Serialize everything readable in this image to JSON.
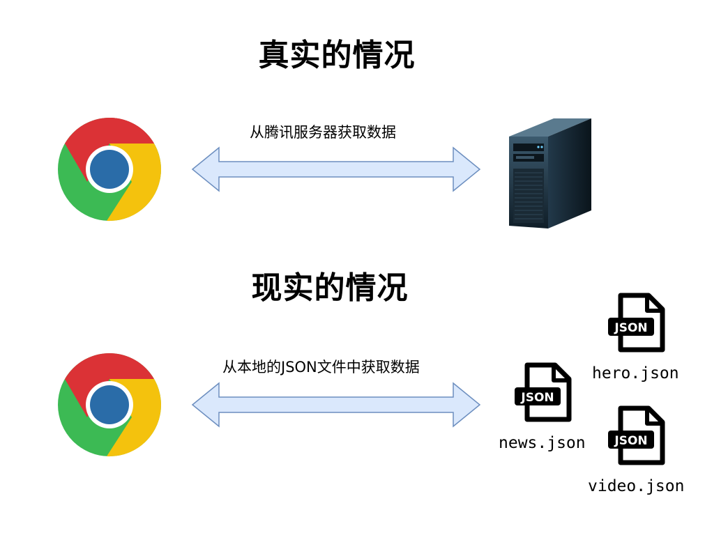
{
  "sections": {
    "real": {
      "title": "真实的情况",
      "caption": "从腾讯服务器获取数据"
    },
    "reality": {
      "title": "现实的情况",
      "caption": "从本地的JSON文件中获取数据"
    }
  },
  "files": {
    "badge": "JSON",
    "hero": "hero.json",
    "news": "news.json",
    "video": "video.json"
  },
  "icons": {
    "browser": "chrome-icon",
    "server": "server-icon",
    "file": "json-file-icon",
    "arrow": "double-arrow"
  },
  "colors": {
    "arrow_fill": "#dae8fc",
    "arrow_stroke": "#6c8ebf",
    "chrome_red": "#db3236",
    "chrome_yellow": "#f4c20d",
    "chrome_green": "#3cba54",
    "chrome_blue": "#2a6ca8"
  }
}
